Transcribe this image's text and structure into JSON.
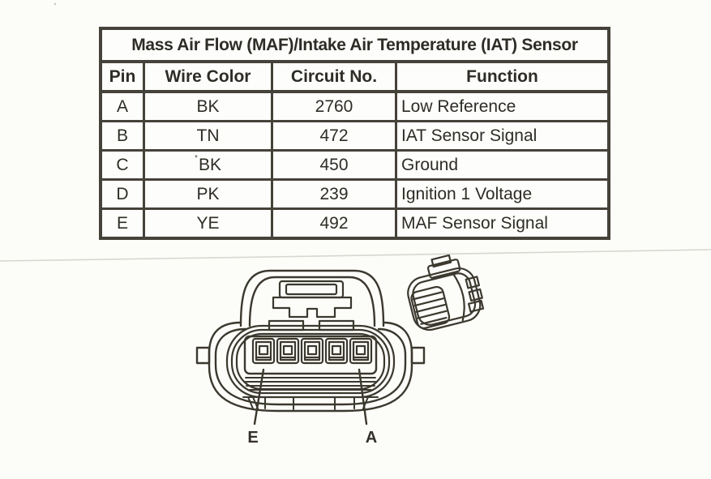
{
  "table": {
    "title": "Mass Air Flow (MAF)/Intake Air Temperature (IAT) Sensor",
    "headers": [
      "Pin",
      "Wire Color",
      "Circuit No.",
      "Function"
    ],
    "rows": [
      {
        "pin": "A",
        "wire_color": "BK",
        "circuit": "2760",
        "function": "Low Reference"
      },
      {
        "pin": "B",
        "wire_color": "TN",
        "circuit": "472",
        "function": "IAT Sensor Signal"
      },
      {
        "pin": "C",
        "wire_color": "BK",
        "circuit": "450",
        "function": "Ground",
        "artifact": "*"
      },
      {
        "pin": "D",
        "wire_color": "PK",
        "circuit": "239",
        "function": "Ignition 1 Voltage"
      },
      {
        "pin": "E",
        "wire_color": "YE",
        "circuit": "492",
        "function": "MAF Sensor Signal"
      }
    ]
  },
  "diagram": {
    "pin_label_left": "E",
    "pin_label_right": "A"
  },
  "colors": {
    "page_bg": "#fcfcf9",
    "table_border": "#45423a",
    "ink": "#2e2c26",
    "line_art": "#3b382e",
    "scan_seam": "#d7d6cf"
  }
}
